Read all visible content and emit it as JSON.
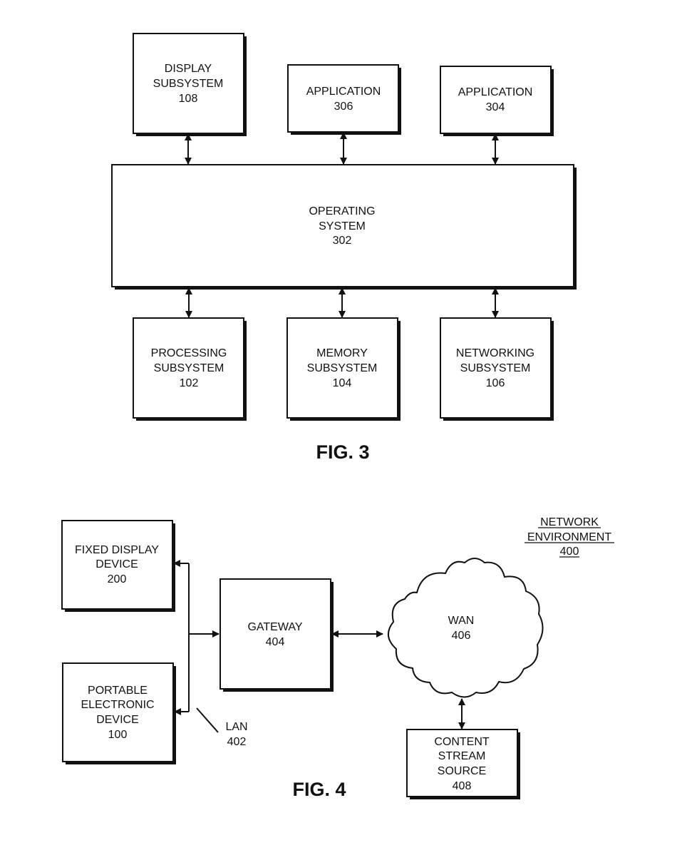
{
  "fig3": {
    "caption": "FIG. 3",
    "display_subsystem": [
      "DISPLAY",
      "SUBSYSTEM",
      "108"
    ],
    "application_306": [
      "APPLICATION",
      "306"
    ],
    "application_304": [
      "APPLICATION",
      "304"
    ],
    "operating_system": [
      "OPERATING",
      "SYSTEM",
      "302"
    ],
    "processing_subsystem": [
      "PROCESSING",
      "SUBSYSTEM",
      "102"
    ],
    "memory_subsystem": [
      "MEMORY",
      "SUBSYSTEM",
      "104"
    ],
    "networking_subsystem": [
      "NETWORKING",
      "SUBSYSTEM",
      "106"
    ]
  },
  "fig4": {
    "caption": "FIG. 4",
    "network_environment": [
      "NETWORK",
      "ENVIRONMENT",
      "400"
    ],
    "fixed_display_device": [
      "FIXED DISPLAY",
      "DEVICE",
      "200"
    ],
    "portable_electronic_device": [
      "PORTABLE",
      "ELECTRONIC",
      "DEVICE",
      "100"
    ],
    "gateway": [
      "GATEWAY",
      "404"
    ],
    "wan": [
      "WAN",
      "406"
    ],
    "lan": [
      "LAN",
      "402"
    ],
    "content_stream_source": [
      "CONTENT",
      "STREAM",
      "SOURCE",
      "408"
    ]
  }
}
